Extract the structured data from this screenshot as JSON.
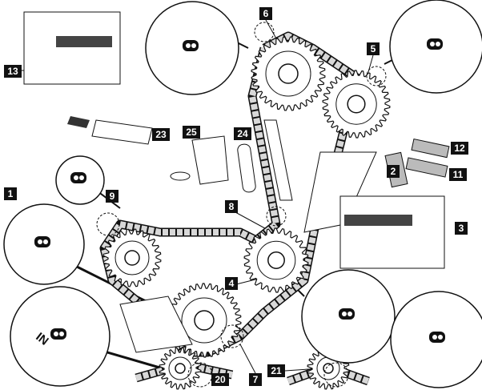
{
  "callouts": {
    "c1": "1",
    "c2": "2",
    "c3": "3",
    "c4": "4",
    "c5": "5",
    "c6": "6",
    "c7": "7",
    "c8": "8",
    "c9": "9",
    "c11": "11",
    "c12": "12",
    "c13": "13",
    "c20": "20",
    "c21": "21",
    "c23": "23",
    "c24": "24",
    "c25": "25"
  },
  "detail_text": {
    "intake_mark": "IN"
  },
  "colors": {
    "ink": "#111111",
    "chain_fill": "#d8d8d8",
    "paper": "#ffffff"
  }
}
